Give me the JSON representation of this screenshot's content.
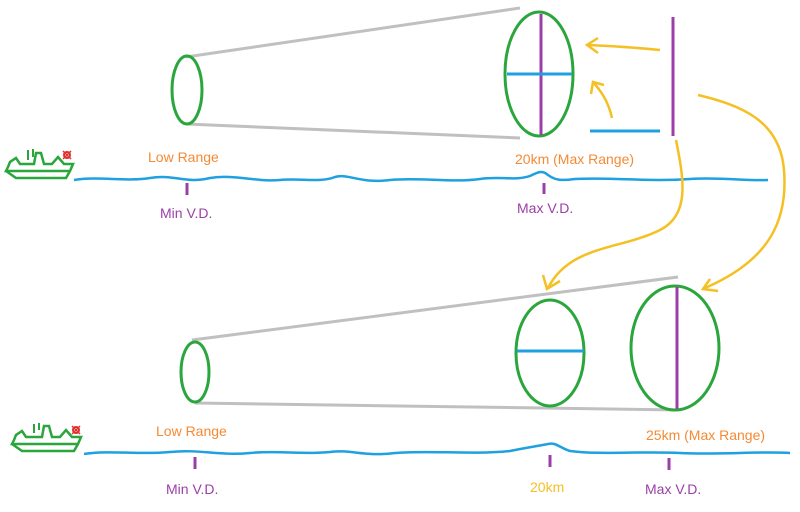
{
  "colors": {
    "cone": "#c0c0c0",
    "ellipse": "#2aa63c",
    "axis": "#9b3fa8",
    "water": "#1fa0e0",
    "arrow": "#f5c024",
    "range_label": "#f58a34",
    "vd_label": "#9b3fa8",
    "mid_label": "#f5c024",
    "ship": "#2aa63c",
    "flag": "#e03030"
  },
  "icons": [
    "ship-icon",
    "flag-icon"
  ],
  "top": {
    "low_range": "Low Range",
    "max_range": "20km (Max Range)",
    "min_vd": "Min V.D.",
    "max_vd": "Max V.D."
  },
  "bottom": {
    "low_range": "Low Range",
    "max_range": "25km (Max Range)",
    "min_vd": "Min V.D.",
    "mid": "20km",
    "max_vd": "Max V.D."
  }
}
